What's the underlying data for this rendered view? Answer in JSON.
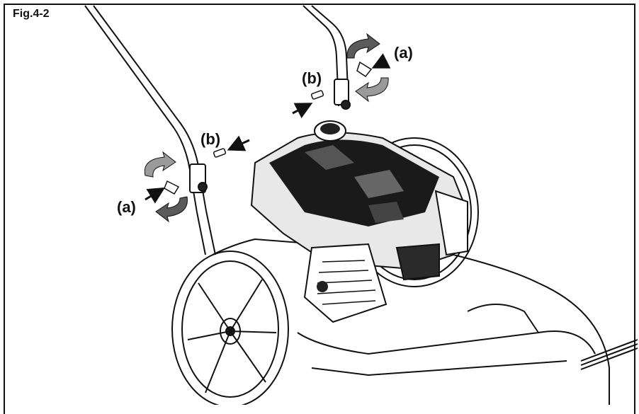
{
  "figure": {
    "label": "Fig.4-2"
  },
  "callouts": {
    "knob_right": "(a)",
    "bolt_right": "(b)",
    "bolt_left": "(b)",
    "knob_left": "(a)"
  },
  "colors": {
    "line": "#111111",
    "engine_dark": "#1a1a1a",
    "rotate_arrow": "#9a9a9a",
    "rotate_arrow_dark": "#5a5a5a"
  },
  "icons": {
    "rotate": "circular-rotate-arrows",
    "insert": "straight-insert-arrow"
  }
}
